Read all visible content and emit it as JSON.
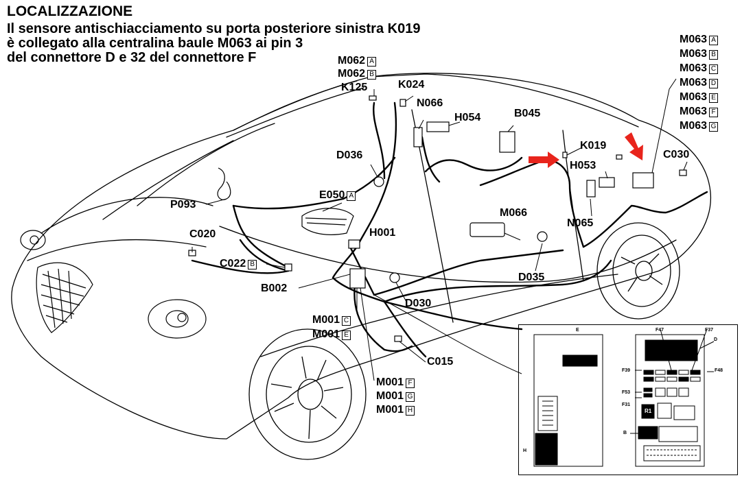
{
  "header": {
    "title": "LOCALIZZAZIONE",
    "line1": "Il sensore antischiacciamento su porta posteriore sinistra K019",
    "line2": "è collegato alla centralina baule M063 ai pin 3",
    "line3": "del connettore D e 32 del connettore F"
  },
  "labels": {
    "m062a": "M062",
    "m062a_pin": "A",
    "m062b": "M062",
    "m062b_pin": "B",
    "k125": "K125",
    "k024": "K024",
    "n066": "N066",
    "h054": "H054",
    "b045": "B045",
    "k019": "K019",
    "h053": "H053",
    "c030": "C030",
    "d036": "D036",
    "e050": "E050",
    "e050_pin": "A",
    "p093": "P093",
    "h001": "H001",
    "m066": "M066",
    "n065": "N065",
    "c020": "C020",
    "c022": "C022",
    "c022_pin": "B",
    "b002": "B002",
    "d035": "D035",
    "d030": "D030",
    "m001c": "M001",
    "m001c_pin": "C",
    "m001e": "M001",
    "m001e_pin": "E",
    "c015": "C015",
    "m001f": "M001",
    "m001f_pin": "F",
    "m001g": "M001",
    "m001g_pin": "G",
    "m001h": "M001",
    "m001h_pin": "H"
  },
  "m063_list": [
    {
      "code": "M063",
      "pin": "A"
    },
    {
      "code": "M063",
      "pin": "B"
    },
    {
      "code": "M063",
      "pin": "C"
    },
    {
      "code": "M063",
      "pin": "D"
    },
    {
      "code": "M063",
      "pin": "E"
    },
    {
      "code": "M063",
      "pin": "F"
    },
    {
      "code": "M063",
      "pin": "G"
    }
  ],
  "inset": {
    "left": {
      "e": "E",
      "h": "H"
    },
    "right": {
      "f47": "F47",
      "f37": "F37",
      "d": "D",
      "f39": "F39",
      "f48": "F48",
      "f53": "F53",
      "f31": "F31",
      "r1": "R1",
      "b": "B"
    }
  },
  "colors": {
    "line": "#000000",
    "arrow": "#e8241c",
    "fill": "#ffffff"
  }
}
